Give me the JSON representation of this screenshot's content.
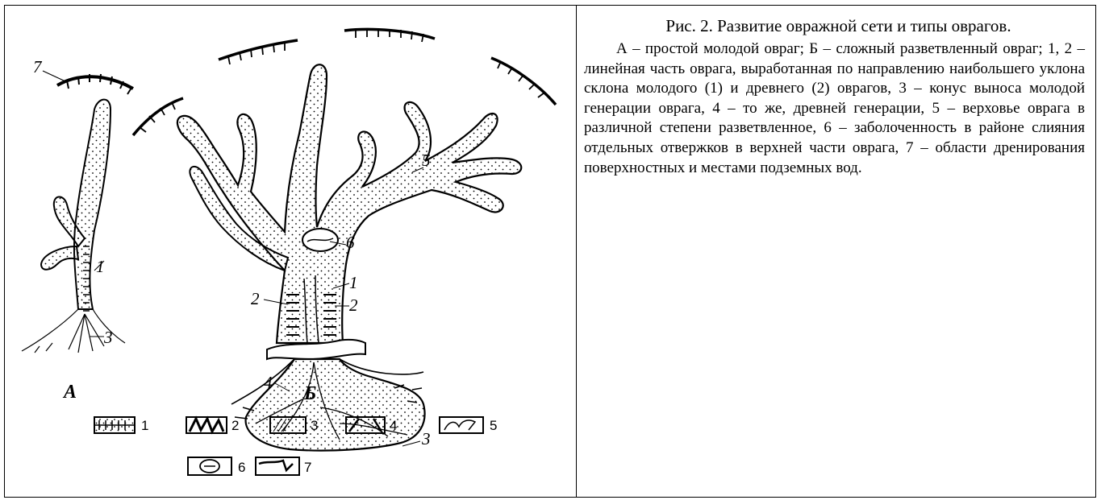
{
  "caption": {
    "title": "Рис. 2. Развитие овражной сети и типы оврагов.",
    "description": "А – простой молодой овраг; Б – сложный разветвленный овраг; 1, 2 – линейная часть оврага, выработанная по направлению наибольшего уклона склона молодого (1) и древнего (2) оврагов, 3 – конус выноса молодой генерации оврага, 4 – то же, древней генерации, 5 – верховье оврага в различной степени разветвленное, 6 – заболоченность в районе слияния отдельных отвержков в верхней части оврага, 7 – области дренирования поверхностных и местами подземных вод."
  },
  "figure": {
    "panel_a_label": "А",
    "panel_b_label": "Б",
    "a_labels": {
      "l7": "7",
      "l1": "1",
      "l3": "3"
    },
    "b_labels": {
      "l5": "5",
      "l6": "6",
      "l1": "1",
      "l2a": "2",
      "l2b": "2",
      "l4": "4",
      "l3": "3"
    },
    "legend": [
      {
        "num": "1"
      },
      {
        "num": "2"
      },
      {
        "num": "3"
      },
      {
        "num": "4"
      },
      {
        "num": "5"
      },
      {
        "num": "6"
      },
      {
        "num": "7"
      }
    ]
  }
}
